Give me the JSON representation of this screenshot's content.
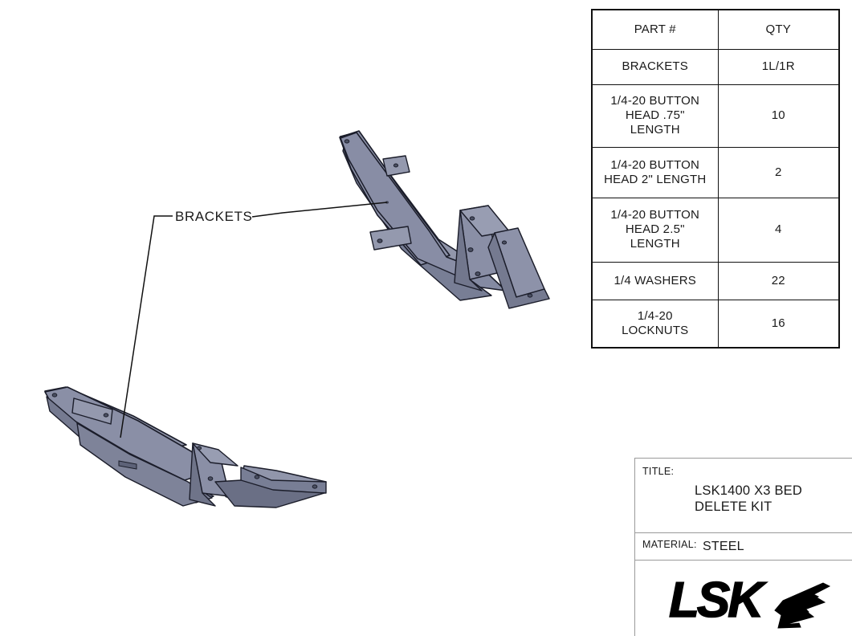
{
  "document": {
    "type": "technical-assembly-drawing"
  },
  "bom": {
    "headers": [
      "PART #",
      "QTY"
    ],
    "rows": [
      {
        "part": "BRACKETS",
        "qty": "1L/1R"
      },
      {
        "part": "1/4-20 BUTTON\nHEAD .75\"\nLENGTH",
        "qty": "10"
      },
      {
        "part": "1/4-20 BUTTON\nHEAD 2\" LENGTH",
        "qty": "2"
      },
      {
        "part": "1/4-20 BUTTON\nHEAD 2.5\"\nLENGTH",
        "qty": "4"
      },
      {
        "part": "1/4 WASHERS",
        "qty": "22"
      },
      {
        "part": "1/4-20\nLOCKNUTS",
        "qty": "16"
      }
    ]
  },
  "callouts": {
    "brackets_label": "BRACKETS"
  },
  "title_block": {
    "title_label": "TITLE:",
    "title_value": "LSK1400 X3 BED\nDELETE KIT",
    "material_label": "MATERIAL:",
    "material_value": "STEEL",
    "logo_text": "LSK"
  },
  "colors": {
    "part_light": "#9196ab",
    "part_mid": "#848aa2",
    "part_dark": "#6f7489",
    "part_darkest": "#5d6278",
    "outline": "#1b1d2a",
    "ink": "#1a1a1a",
    "rule": "#111111",
    "title_rule": "#9a9a9a"
  }
}
